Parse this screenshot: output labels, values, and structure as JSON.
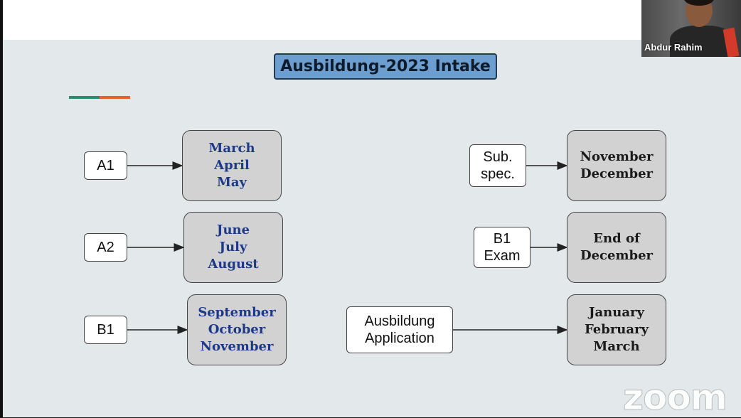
{
  "presenter": {
    "name": "Abdur Rahim"
  },
  "slide": {
    "title": "Ausbildung-2023 Intake",
    "accent_colors": [
      "#2e8a6e",
      "#e8612c"
    ],
    "left_rows": [
      {
        "source": "A1",
        "target": "March\nApril\nMay"
      },
      {
        "source": "A2",
        "target": "June\nJuly\nAugust"
      },
      {
        "source": "B1",
        "target": "September\nOctober\nNovember"
      }
    ],
    "right_rows": [
      {
        "source": "Sub.\nspec.",
        "target": "November\nDecember"
      },
      {
        "source": "B1\nExam",
        "target": "End of\nDecember"
      },
      {
        "source": "Ausbildung\nApplication",
        "target": "January\nFebruary\nMarch"
      }
    ]
  },
  "watermark": "zoom"
}
